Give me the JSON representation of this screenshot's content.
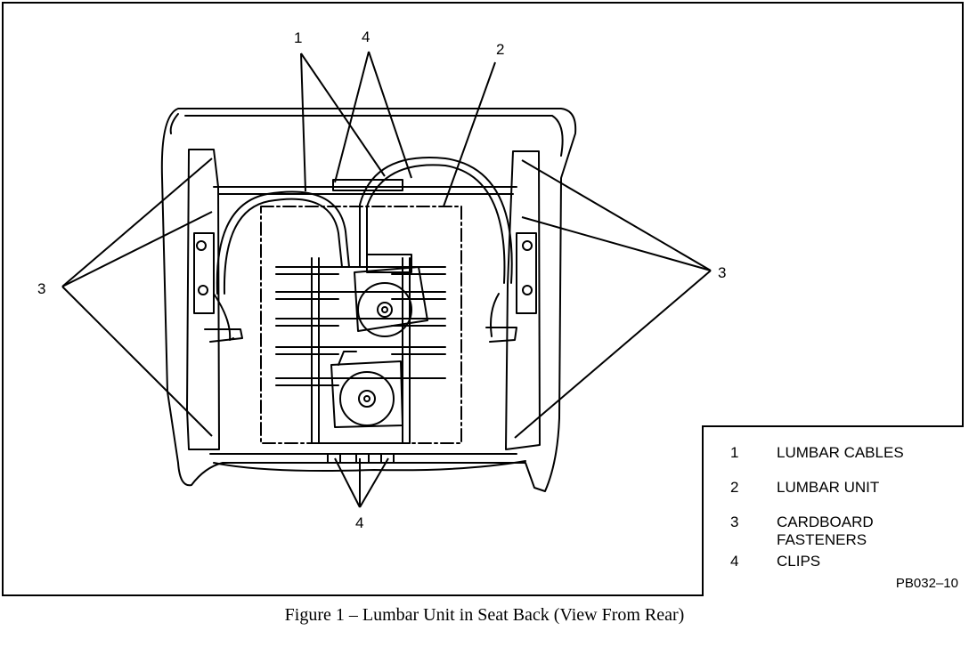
{
  "callouts": {
    "top_1": "1",
    "top_4": "4",
    "top_2": "2",
    "left_3": "3",
    "right_3": "3",
    "bottom_4": "4"
  },
  "legend": {
    "items": [
      {
        "num": "1",
        "text": "LUMBAR CABLES"
      },
      {
        "num": "2",
        "text": "LUMBAR UNIT"
      },
      {
        "num": "3",
        "text": "CARDBOARD FASTENERS"
      },
      {
        "num": "4",
        "text": "CLIPS"
      }
    ],
    "ref_code": "PB032–10"
  },
  "caption": "Figure 1 – Lumbar Unit in Seat Back (View From Rear)",
  "colors": {
    "ink": "#000000",
    "paper": "#ffffff"
  }
}
